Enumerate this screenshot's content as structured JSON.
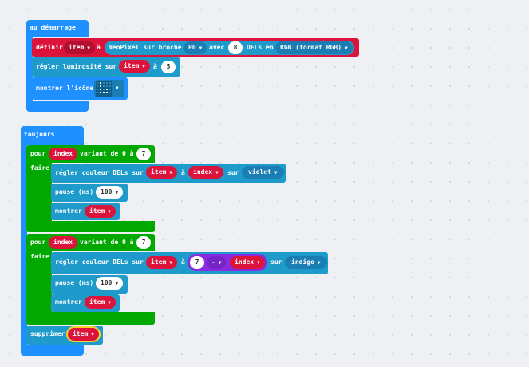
{
  "start": {
    "hat_label": "au démarrage",
    "define": {
      "label": "définir",
      "var": "item",
      "to": "à",
      "fn": "NeoPixel sur broche",
      "pin": "P0",
      "with": "avec",
      "count": "8",
      "leds_in": "DELs en",
      "mode": "RGB (format RGB)"
    },
    "brightness": {
      "label": "régler luminosité sur",
      "var": "item",
      "to": "à",
      "value": "5"
    },
    "show_icon": {
      "label": "montrer l'icône"
    }
  },
  "forever": {
    "hat_label": "toujours",
    "loop1": {
      "for": "pour",
      "var": "index",
      "range_label": "variant de 0 à",
      "max": "7",
      "do": "faire",
      "set_color": {
        "label": "régler couleur DELs sur",
        "strip": "item",
        "at": "à",
        "index": "index",
        "on": "sur",
        "color": "violet"
      },
      "pause": {
        "label": "pause (ms)",
        "value": "100"
      },
      "show": {
        "label": "montrer",
        "var": "item"
      }
    },
    "loop2": {
      "for": "pour",
      "var": "index",
      "range_label": "variant de 0 à",
      "max": "7",
      "do": "faire",
      "set_color": {
        "label": "régler couleur DELs sur",
        "strip": "item",
        "at": "à",
        "operand": "7",
        "operator": "-",
        "index": "index",
        "on": "sur",
        "color": "indigo"
      },
      "pause": {
        "label": "pause (ms)",
        "value": "100"
      },
      "show": {
        "label": "montrer",
        "var": "item"
      }
    },
    "delete": {
      "label": "supprimer",
      "var": "item"
    }
  },
  "icons": {
    "dropdown": "▼"
  },
  "colors": {
    "basic": "#1e90ff",
    "loops": "#00a800",
    "variables": "#dc143c",
    "neopixel": "#1e9bcb",
    "math": "#8a2be2"
  }
}
